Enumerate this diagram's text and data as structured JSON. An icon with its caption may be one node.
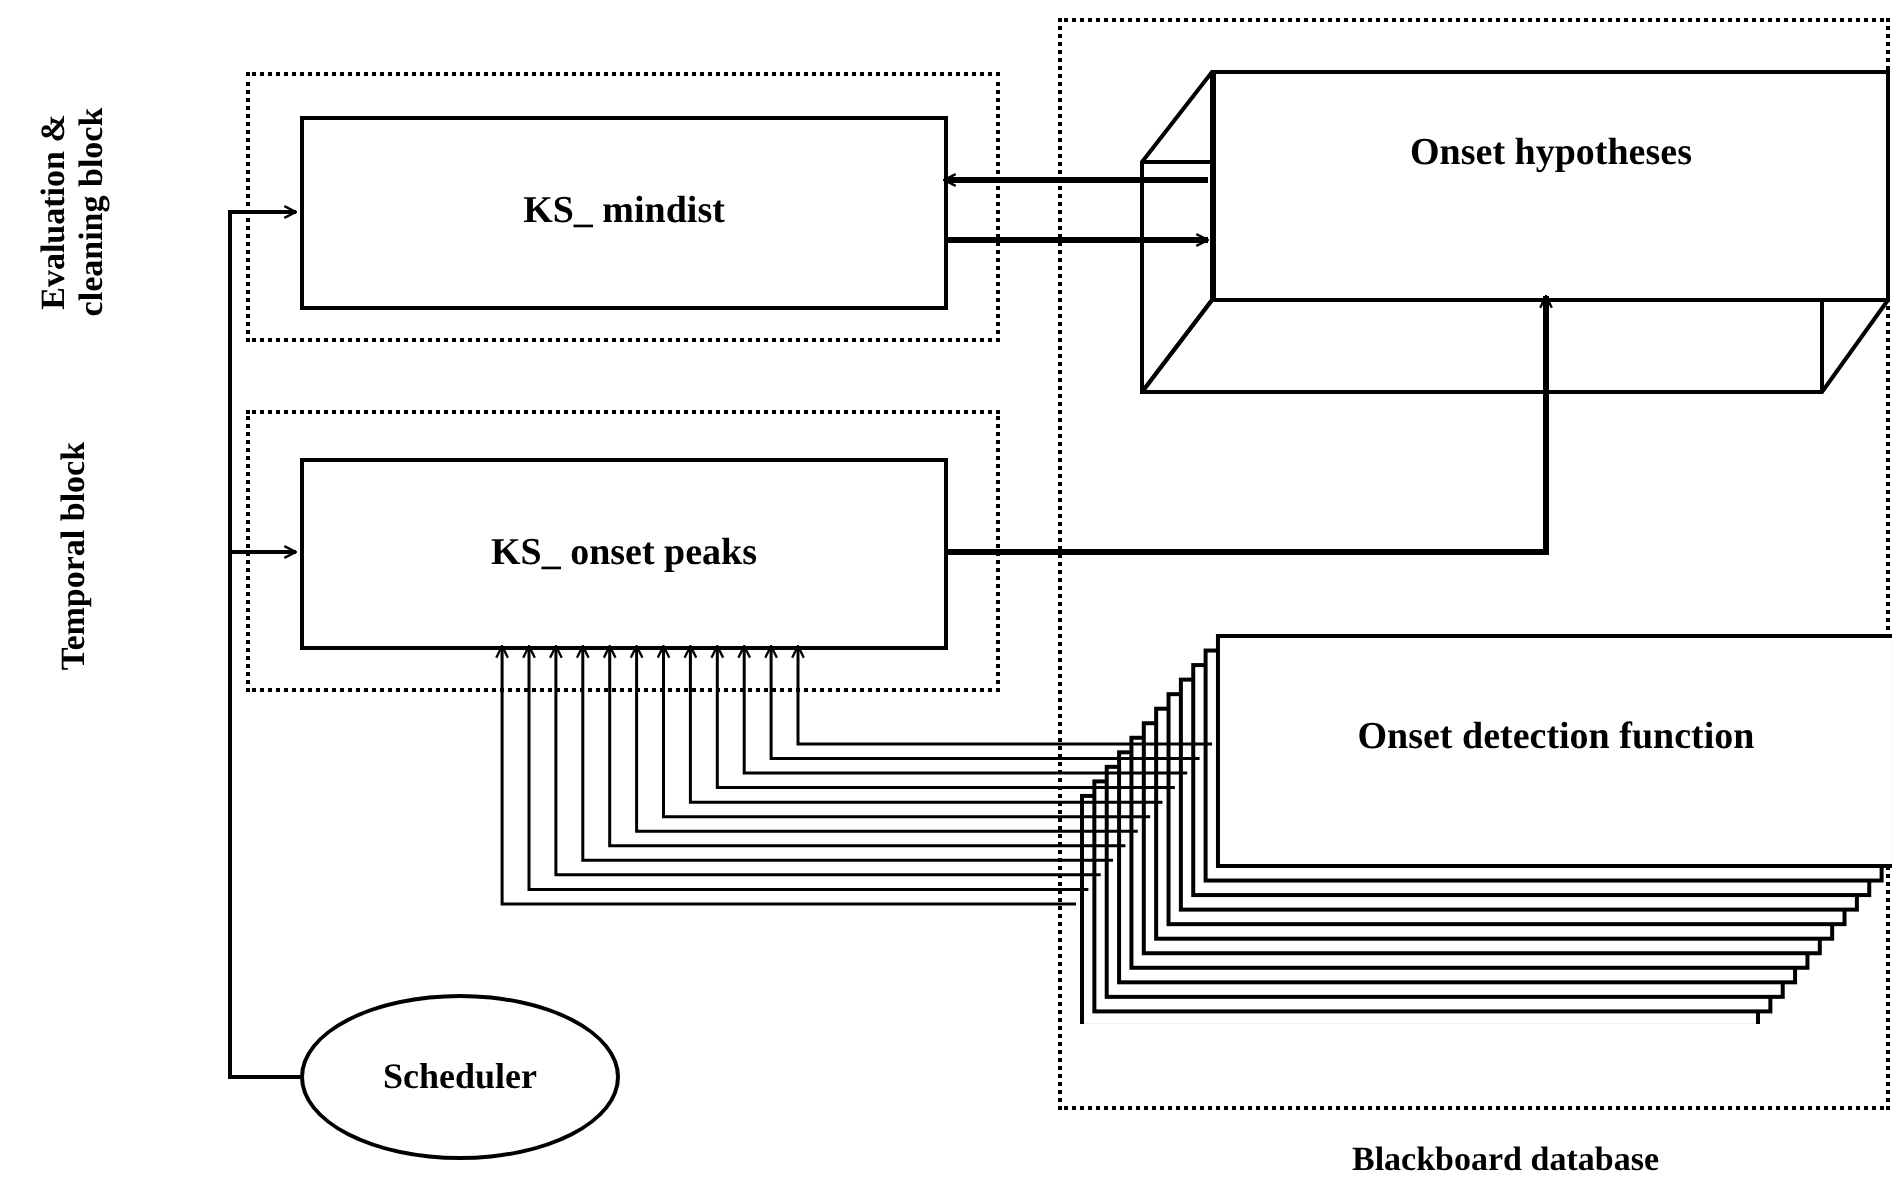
{
  "diagram": {
    "nodes": [
      {
        "text": [
          "Evaluation & cleaning block"
        ]
      },
      {
        "text": [
          "KS_ mindist"
        ],
        "in": 0
      },
      {
        "text": [
          "Temporal block"
        ]
      },
      {
        "text": [
          "KS_ onset peaks"
        ],
        "in": 2
      },
      {
        "text": [
          "Blackboard database"
        ]
      },
      {
        "text": [
          "Onset hypotheses"
        ],
        "in": 4
      },
      {
        "text": [
          "Onset detection function"
        ],
        "in": 4
      },
      {
        "text": [
          "Scheduler"
        ]
      }
    ],
    "edges": [
      {
        "from": 5,
        "to": 1,
        "arrow": "to",
        "style": "thick"
      },
      {
        "from": 1,
        "to": 5,
        "arrow": "to",
        "style": "thick"
      },
      {
        "from": 3,
        "to": 5,
        "arrow": "to",
        "style": "thick"
      },
      {
        "from": 7,
        "to": 1,
        "arrow": "to"
      },
      {
        "from": 7,
        "to": 3,
        "arrow": "to"
      },
      {
        "from": 6,
        "to": 3,
        "arrow": "to"
      },
      {
        "from": 6,
        "to": 3,
        "arrow": "to"
      },
      {
        "from": 6,
        "to": 3,
        "arrow": "to"
      },
      {
        "from": 6,
        "to": 3,
        "arrow": "to"
      },
      {
        "from": 6,
        "to": 3,
        "arrow": "to"
      },
      {
        "from": 6,
        "to": 3,
        "arrow": "to"
      },
      {
        "from": 6,
        "to": 3,
        "arrow": "to"
      },
      {
        "from": 6,
        "to": 3,
        "arrow": "to"
      },
      {
        "from": 6,
        "to": 3,
        "arrow": "to"
      },
      {
        "from": 6,
        "to": 3,
        "arrow": "to"
      },
      {
        "from": 6,
        "to": 3,
        "arrow": "to"
      },
      {
        "from": 6,
        "to": 3,
        "arrow": "to"
      }
    ]
  }
}
